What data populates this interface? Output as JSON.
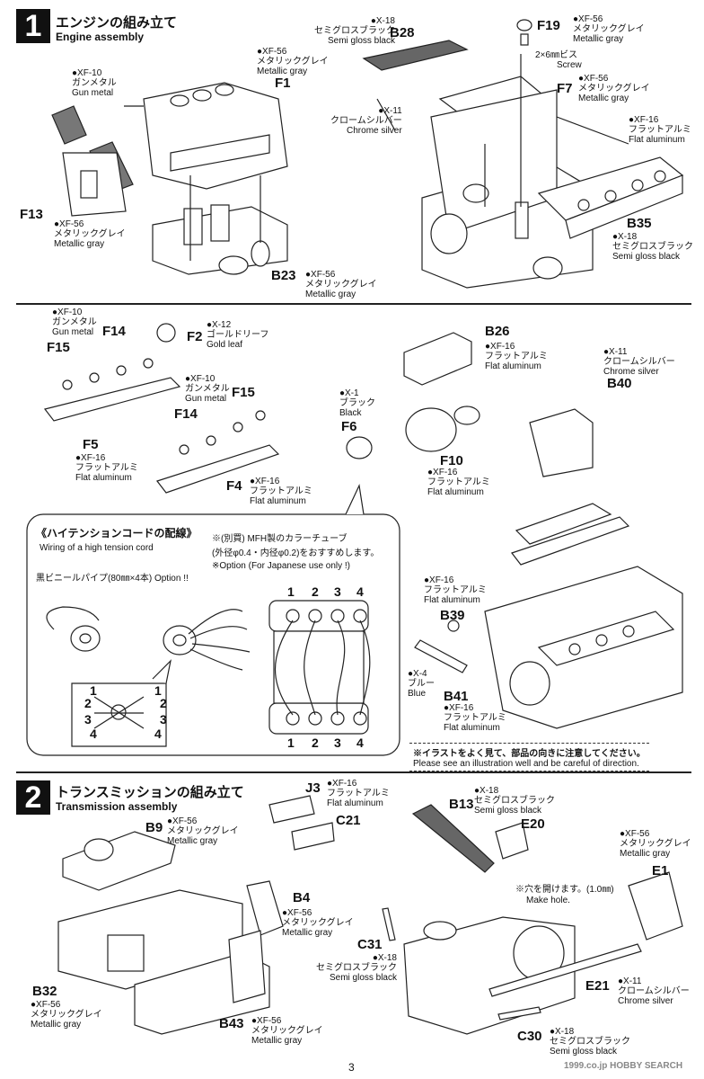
{
  "step1": {
    "number": "1",
    "title_jp": "エンジンの組み立て",
    "title_en": "Engine assembly"
  },
  "step2": {
    "number": "2",
    "title_jp": "トランスミッションの組み立て",
    "title_en": "Transmission assembly"
  },
  "parts": {
    "xf10_a": {
      "code": "●XF-10",
      "jp": "ガンメタル",
      "en": "Gun metal"
    },
    "f13": {
      "label": "F13",
      "code": "●XF-56",
      "jp": "メタリックグレイ",
      "en": "Metallic gray"
    },
    "f1": {
      "label": "F1",
      "code": "●XF-56",
      "jp": "メタリックグレイ",
      "en": "Metallic gray"
    },
    "b23": {
      "label": "B23",
      "code": "●XF-56",
      "jp": "メタリックグレイ",
      "en": "Metallic gray"
    },
    "b28": {
      "label": "B28",
      "code": "●X-18",
      "jp": "セミグロスブラック",
      "en": "Semi gloss black"
    },
    "x11_a": {
      "code": "●X-11",
      "jp": "クロームシルバー",
      "en": "Chrome silver"
    },
    "f19": {
      "label": "F19",
      "code": "●XF-56",
      "jp": "メタリックグレイ",
      "en": "Metallic gray"
    },
    "screw": {
      "jp": "2×6㎜ビス",
      "en": "Screw"
    },
    "f7": {
      "label": "F7",
      "code": "●XF-56",
      "jp": "メタリックグレイ",
      "en": "Metallic gray"
    },
    "xf16_a": {
      "code": "●XF-16",
      "jp": "フラットアルミ",
      "en": "Flat aluminum"
    },
    "b35": {
      "label": "B35",
      "code": "●X-18",
      "jp": "セミグロスブラック",
      "en": "Semi gloss black"
    },
    "xf10_b": {
      "code": "●XF-10",
      "jp": "ガンメタル",
      "en": "Gun metal"
    },
    "f14_a": {
      "label": "F14"
    },
    "f15_a": {
      "label": "F15"
    },
    "f2": {
      "label": "F2",
      "code": "●X-12",
      "jp": "ゴールドリーフ",
      "en": "Gold leaf"
    },
    "xf10_c": {
      "code": "●XF-10",
      "jp": "ガンメタル",
      "en": "Gun metal"
    },
    "f15_b": {
      "label": "F15"
    },
    "f14_b": {
      "label": "F14"
    },
    "f5": {
      "label": "F5",
      "code": "●XF-16",
      "jp": "フラットアルミ",
      "en": "Flat aluminum"
    },
    "f4": {
      "label": "F4",
      "code": "●XF-16",
      "jp": "フラットアルミ",
      "en": "Flat aluminum"
    },
    "b26": {
      "label": "B26",
      "code": "●XF-16",
      "jp": "フラットアルミ",
      "en": "Flat aluminum"
    },
    "x11_b": {
      "code": "●X-11",
      "jp": "クロームシルバー",
      "en": "Chrome silver"
    },
    "b40": {
      "label": "B40"
    },
    "f6": {
      "label": "F6",
      "code": "●X-1",
      "jp": "ブラック",
      "en": "Black"
    },
    "f10": {
      "label": "F10",
      "code": "●XF-16",
      "jp": "フラットアルミ",
      "en": "Flat aluminum"
    },
    "xf16_b": {
      "code": "●XF-16",
      "jp": "フラットアルミ",
      "en": "Flat aluminum"
    },
    "b39": {
      "label": "B39"
    },
    "x4": {
      "code": "●X-4",
      "jp": "ブルー",
      "en": "Blue"
    },
    "b41": {
      "label": "B41",
      "code": "●XF-16",
      "jp": "フラットアルミ",
      "en": "Flat aluminum"
    },
    "b9": {
      "label": "B9",
      "code": "●XF-56",
      "jp": "メタリックグレイ",
      "en": "Metallic gray"
    },
    "j3": {
      "label": "J3",
      "code": "●XF-16",
      "jp": "フラットアルミ",
      "en": "Flat aluminum"
    },
    "c21": {
      "label": "C21"
    },
    "b13": {
      "label": "B13",
      "code": "●X-18",
      "jp": "セミグロスブラック",
      "en": "Semi gloss black"
    },
    "e20": {
      "label": "E20"
    },
    "xf56_e1": {
      "code": "●XF-56",
      "jp": "メタリックグレイ",
      "en": "Metallic gray"
    },
    "e1": {
      "label": "E1"
    },
    "b4": {
      "label": "B4",
      "code": "●XF-56",
      "jp": "メタリックグレイ",
      "en": "Metallic gray"
    },
    "hole": {
      "jp": "※穴を開けます。(1.0㎜)",
      "en": "Make hole."
    },
    "c31": {
      "label": "C31",
      "code": "●X-18",
      "jp": "セミグロスブラック",
      "en": "Semi gloss black"
    },
    "b32": {
      "label": "B32",
      "code": "●XF-56",
      "jp": "メタリックグレイ",
      "en": "Metallic gray"
    },
    "b43": {
      "label": "B43",
      "code": "●XF-56",
      "jp": "メタリックグレイ",
      "en": "Metallic gray"
    },
    "e21": {
      "label": "E21",
      "code": "●X-11",
      "jp": "クロームシルバー",
      "en": "Chrome silver"
    },
    "c30": {
      "label": "C30",
      "code": "●X-18",
      "jp": "セミグロスブラック",
      "en": "Semi gloss black"
    }
  },
  "wiring": {
    "title_jp": "《ハイテンションコードの配線》",
    "title_en": "Wiring of a high tension cord",
    "tube": "黒ビニールパイプ(80㎜×4本)  Option !!",
    "note_l1": "※(別買) MFH製のカラーチューブ",
    "note_l2": "(外径φ0.4・内径φ0.2)をおすすめします。",
    "note_l3": "※Option (For Japanese use only !)",
    "cyl_nums": [
      "1",
      "2",
      "3",
      "4"
    ],
    "side_nums": {
      "l1": "1",
      "l2": "2",
      "l3": "3",
      "l4": "4",
      "r1": "1",
      "r2": "2",
      "r3": "3",
      "r4": "4"
    }
  },
  "caution": {
    "jp": "※イラストをよく見て、部品の向きに注意してください。",
    "en": "Please see an illustration well and be careful of direction."
  },
  "page_number": "3",
  "watermark": "1999.co.jp HOBBY SEARCH"
}
